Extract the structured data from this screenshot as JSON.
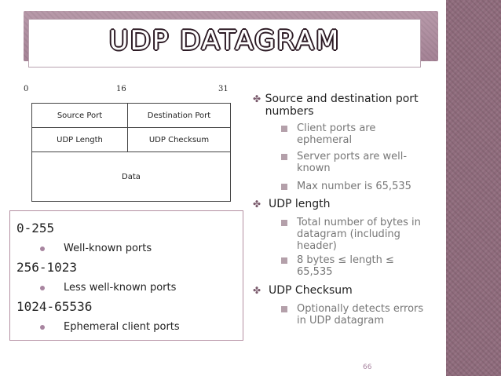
{
  "slide": {
    "title": "UDP DATAGRAM",
    "page_number": "66"
  },
  "diagram": {
    "bit_labels": [
      "0",
      "16",
      "31"
    ],
    "rows": [
      {
        "left": "Source Port",
        "right": "Destination Port"
      },
      {
        "left": "UDP Length",
        "right": "UDP Checksum"
      }
    ],
    "data_label": "Data"
  },
  "ports": [
    {
      "range": "0-255",
      "desc": "Well-known ports"
    },
    {
      "range": "256-1023",
      "desc": "Less well-known ports"
    },
    {
      "range": "1024-65536",
      "desc": "Ephemeral client ports"
    }
  ],
  "bullets": [
    {
      "text": "Source and destination port numbers",
      "sub": [
        "Client ports are ephemeral",
        "Server ports are well-known",
        "Max number is 65,535"
      ]
    },
    {
      "text": "UDP length",
      "sub": [
        "Total number of bytes in datagram (including header)",
        "8 bytes ≤ length ≤ 65,535"
      ]
    },
    {
      "text": "UDP Checksum",
      "sub": [
        "Optionally detects errors in UDP datagram"
      ]
    }
  ],
  "colors": {
    "accent": "#a885a0",
    "band": "#8f6b7c"
  },
  "icons": {
    "top_bullet": "clover-bullet-icon",
    "sub_bullet": "square-bullet-icon"
  }
}
